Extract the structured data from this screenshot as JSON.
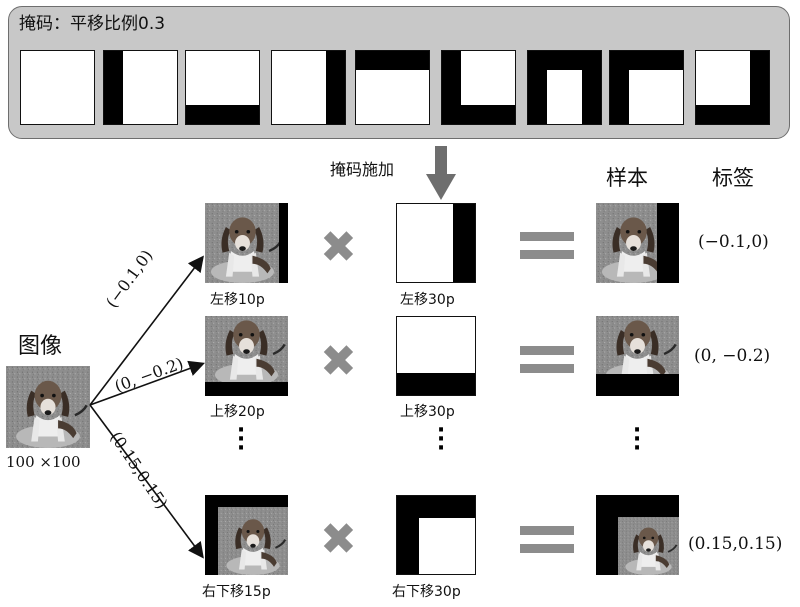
{
  "panel": {
    "title": "掩码：平移比例0.3"
  },
  "arrow_label": "掩码施加",
  "headers": {
    "sample": "样本",
    "label": "标签"
  },
  "input": {
    "title": "图像",
    "size": "100 ×100"
  },
  "branches": [
    {
      "edge_label": "(−0.1,0)",
      "image_caption": "左移10p",
      "mask_caption": "左移30p",
      "label": "(−0.1,0)"
    },
    {
      "edge_label": "(0, −0.2)",
      "image_caption": "上移20p",
      "mask_caption": "上移30p",
      "label": "(0, −0.2)"
    },
    {
      "edge_label": "(0.15,0.15)",
      "image_caption": "右下移15p",
      "mask_caption": "右下移30p",
      "label": "(0.15,0.15)"
    }
  ],
  "operators": {
    "multiply": "✖",
    "equals": "="
  },
  "colors": {
    "panel": "#c8c8c8",
    "operator": "#8c8c8c",
    "mask_bar": "#000000"
  }
}
